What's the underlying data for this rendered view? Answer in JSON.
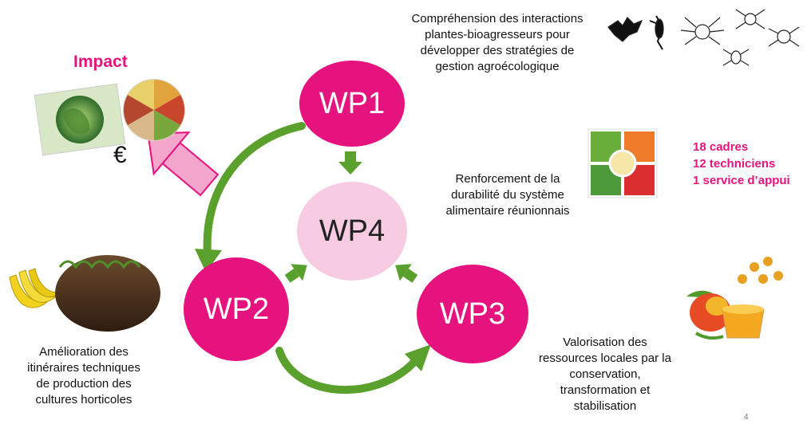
{
  "impact": {
    "title": "Impact",
    "euro": "€"
  },
  "wp": {
    "wp1": "WP1",
    "wp2": "WP2",
    "wp3": "WP3",
    "wp4": "WP4"
  },
  "texts": {
    "wp1": [
      "Compréhension des interactions",
      "plantes-bioagresseurs pour",
      "développer des stratégies de",
      "gestion agroécologique"
    ],
    "wp4": [
      "Renforcement de la",
      "durabilité du système",
      "alimentaire réunionnais"
    ],
    "wp2": [
      "Amélioration des",
      "itinéraires techniques",
      "de production des",
      "cultures horticoles"
    ],
    "wp3": [
      "Valorisation des",
      "ressources locales par la",
      "conservation,",
      "transformation et",
      "stabilisation"
    ]
  },
  "staff": [
    "18 cadres",
    "12 techniciens",
    "1 service d’appui"
  ],
  "page_number": "4",
  "colors": {
    "magenta": "#e6127e",
    "light_pink": "#f7cce3",
    "green": "#5aa02c",
    "impact_arrow": "#f4a6cc"
  }
}
